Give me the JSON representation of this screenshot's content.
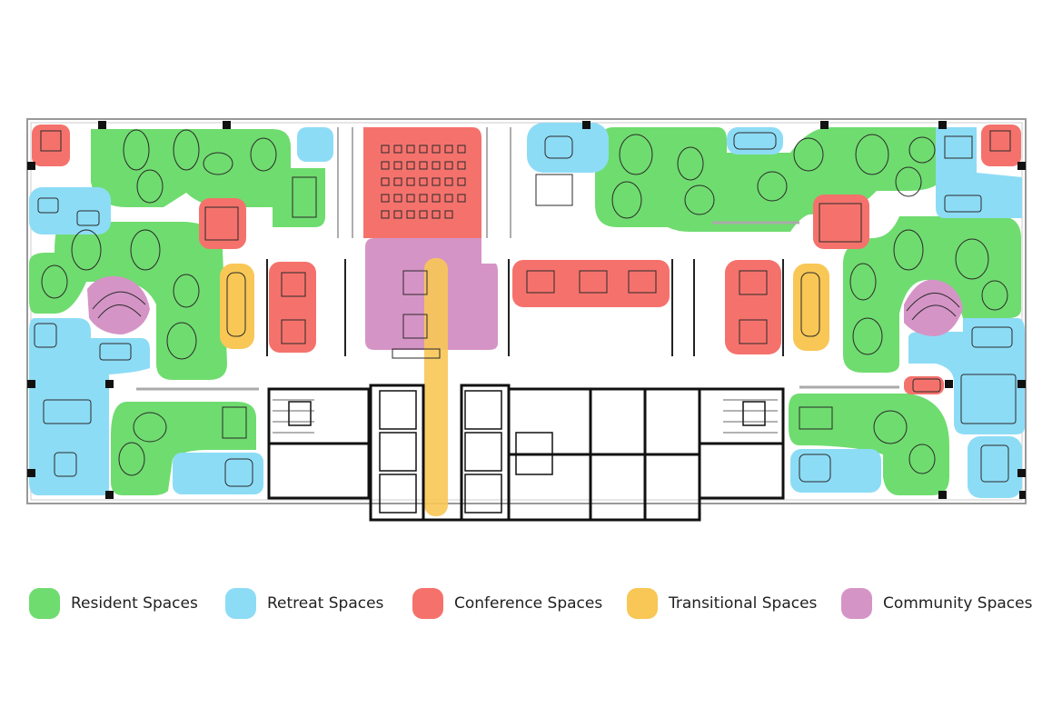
{
  "colors": {
    "resident": "#6fdc6f",
    "retreat": "#8ddcf6",
    "conference": "#f5726c",
    "transitional": "#f8c755",
    "community": "#d594c6",
    "wall": "#111111",
    "furniture": "#2a2a2a"
  },
  "legend": [
    {
      "key": "resident",
      "label": "Resident Spaces",
      "color": "#6fdc6f"
    },
    {
      "key": "retreat",
      "label": "Retreat Spaces",
      "color": "#8ddcf6"
    },
    {
      "key": "conference",
      "label": "Conference Spaces",
      "color": "#f5726c"
    },
    {
      "key": "transitional",
      "label": "Transitional Spaces",
      "color": "#f8c755"
    },
    {
      "key": "community",
      "label": "Community Spaces",
      "color": "#d594c6"
    }
  ]
}
